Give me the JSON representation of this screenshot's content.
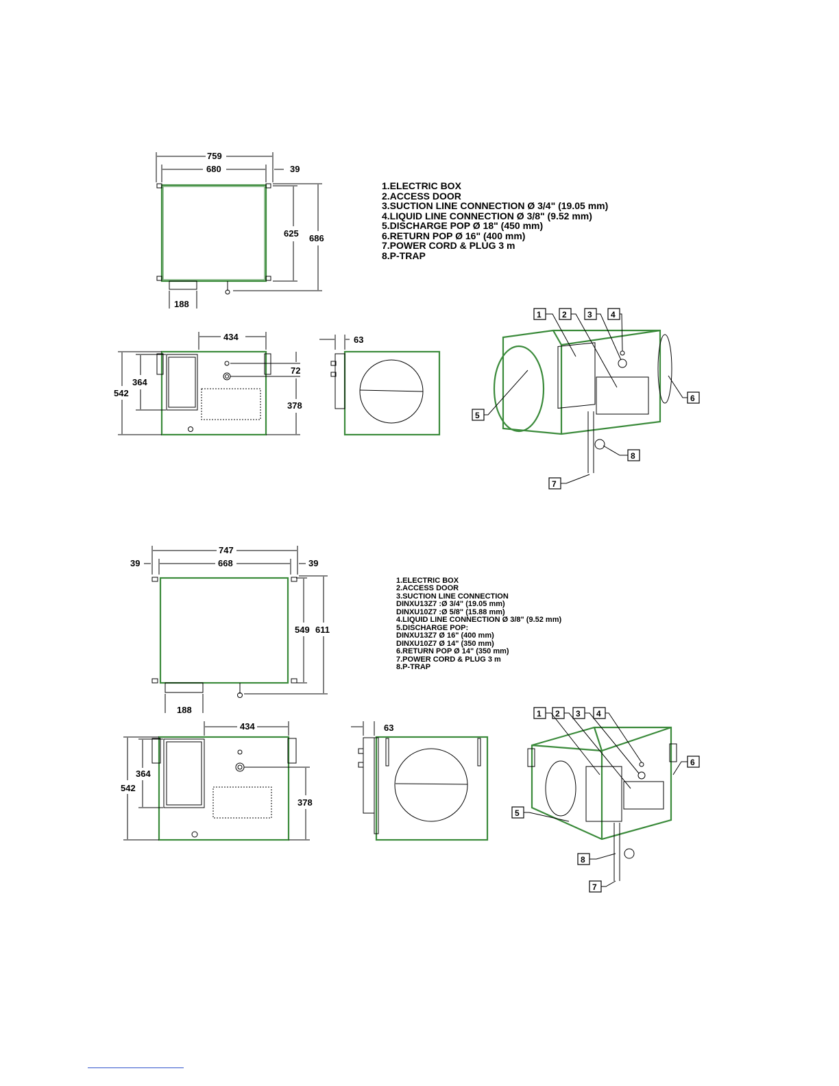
{
  "top_unit": {
    "legend": [
      "1.ELECTRIC BOX",
      "2.ACCESS DOOR",
      "3.SUCTION LINE CONNECTION  Ø 3/4\" (19.05 mm)",
      "4.LIQUID  LINE CONNECTION  Ø 3/8\" (9.52 mm)",
      "5.DISCHARGE POP Ø 18\" (450 mm)",
      "6.RETURN POP Ø 16\" (400 mm)",
      "7.POWER CORD & PLUG 3 m",
      "8.P-TRAP"
    ],
    "top_view": {
      "w_total": "759",
      "w_inner": "680",
      "offset": "39",
      "h_inner": "625",
      "h_total": "686",
      "box_w": "188"
    },
    "front_view": {
      "w": "434",
      "h_total": "542",
      "h_box": "364",
      "d1": "72",
      "d2": "378"
    },
    "side_view": {
      "d": "63"
    },
    "callouts": [
      "1",
      "2",
      "3",
      "4",
      "5",
      "6",
      "7",
      "8"
    ]
  },
  "bottom_unit": {
    "legend": [
      "1.ELECTRIC BOX",
      "2.ACCESS DOOR",
      "3.SUCTION LINE CONNECTION",
      "DINXU13Z7 :Ø 3/4\" (19.05 mm)",
      "DINXU10Z7 :Ø 5/8\" (15.88 mm)",
      "4.LIQUID  LINE CONNECTION  Ø 3/8\" (9.52 mm)",
      "5.DISCHARGE POP:",
      "DINXU13Z7  Ø 16\" (400 mm)",
      "DINXU10Z7  Ø 14\" (350 mm)",
      "6.RETURN POP Ø 14\" (350 mm)",
      "7.POWER CORD & PLUG 3 m",
      "8.P-TRAP"
    ],
    "top_view": {
      "w_total": "747",
      "w_inner": "668",
      "offset_l": "39",
      "offset_r": "39",
      "h_inner": "549",
      "h_total": "611",
      "box_w": "188"
    },
    "front_view": {
      "w": "434",
      "h_total": "542",
      "h_box": "364",
      "d2": "378"
    },
    "side_view": {
      "d": "63"
    },
    "callouts": [
      "1",
      "2",
      "3",
      "4",
      "5",
      "6",
      "7",
      "8"
    ]
  }
}
